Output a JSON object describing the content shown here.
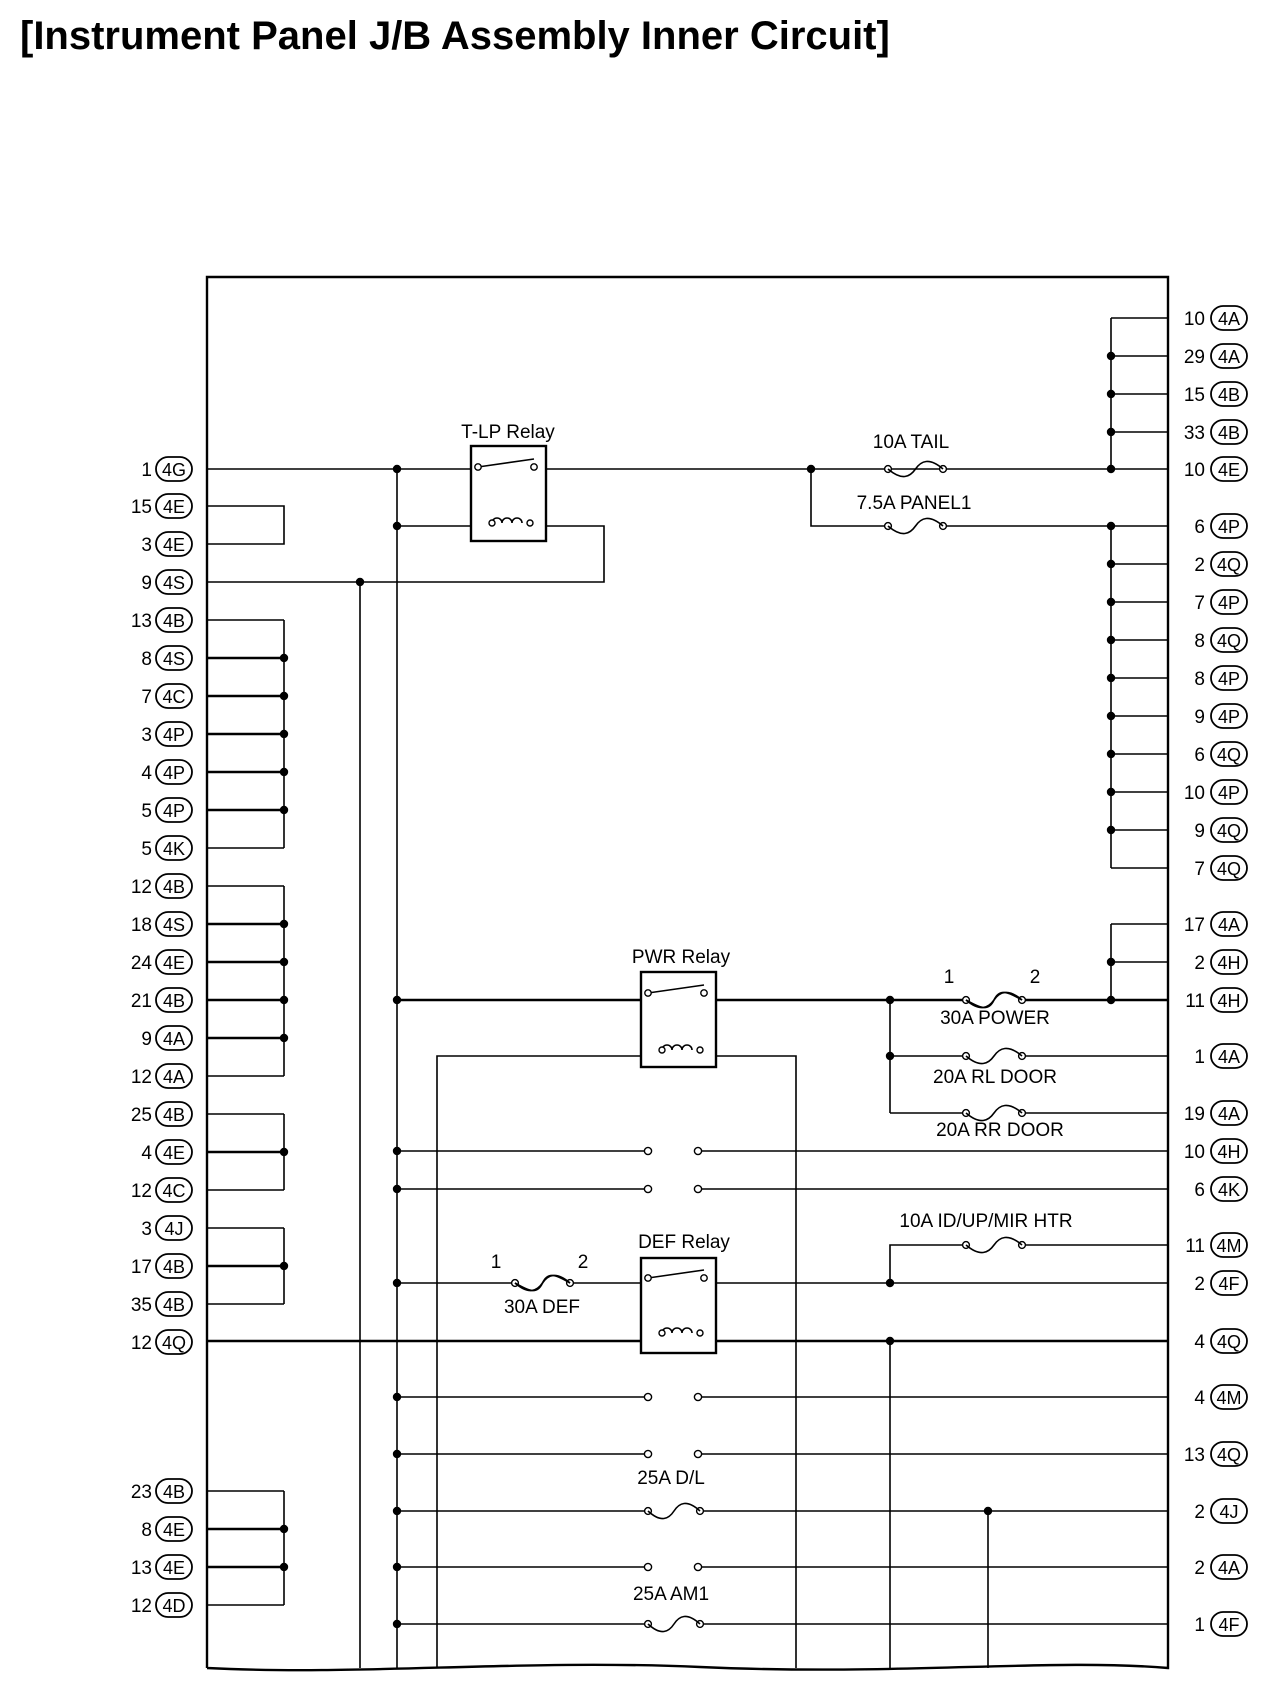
{
  "title": "[Instrument Panel J/B Assembly Inner Circuit]",
  "relays": {
    "tlp": "T-LP Relay",
    "pwr": "PWR Relay",
    "def": "DEF Relay"
  },
  "fuses": {
    "tail": "10A TAIL",
    "panel1": "7.5A PANEL1",
    "power": "30A POWER",
    "rl_door": "20A RL DOOR",
    "rr_door": "20A RR DOOR",
    "id_up_mir_htr": "10A ID/UP/MIR HTR",
    "def": "30A DEF",
    "dl": "25A D/L",
    "am1": "25A AM1"
  },
  "fuse_pins": {
    "power_1": "1",
    "power_2": "2",
    "def_1": "1",
    "def_2": "2"
  },
  "left_terminals": [
    {
      "pin": "1",
      "conn": "4G"
    },
    {
      "pin": "15",
      "conn": "4E"
    },
    {
      "pin": "3",
      "conn": "4E"
    },
    {
      "pin": "9",
      "conn": "4S"
    },
    {
      "pin": "13",
      "conn": "4B"
    },
    {
      "pin": "8",
      "conn": "4S"
    },
    {
      "pin": "7",
      "conn": "4C"
    },
    {
      "pin": "3",
      "conn": "4P"
    },
    {
      "pin": "4",
      "conn": "4P"
    },
    {
      "pin": "5",
      "conn": "4P"
    },
    {
      "pin": "5",
      "conn": "4K"
    },
    {
      "pin": "12",
      "conn": "4B"
    },
    {
      "pin": "18",
      "conn": "4S"
    },
    {
      "pin": "24",
      "conn": "4E"
    },
    {
      "pin": "21",
      "conn": "4B"
    },
    {
      "pin": "9",
      "conn": "4A"
    },
    {
      "pin": "12",
      "conn": "4A"
    },
    {
      "pin": "25",
      "conn": "4B"
    },
    {
      "pin": "4",
      "conn": "4E"
    },
    {
      "pin": "12",
      "conn": "4C"
    },
    {
      "pin": "3",
      "conn": "4J"
    },
    {
      "pin": "17",
      "conn": "4B"
    },
    {
      "pin": "35",
      "conn": "4B"
    },
    {
      "pin": "12",
      "conn": "4Q"
    },
    {
      "pin": "23",
      "conn": "4B"
    },
    {
      "pin": "8",
      "conn": "4E"
    },
    {
      "pin": "13",
      "conn": "4E"
    },
    {
      "pin": "12",
      "conn": "4D"
    }
  ],
  "right_terminals": [
    {
      "pin": "10",
      "conn": "4A"
    },
    {
      "pin": "29",
      "conn": "4A"
    },
    {
      "pin": "15",
      "conn": "4B"
    },
    {
      "pin": "33",
      "conn": "4B"
    },
    {
      "pin": "10",
      "conn": "4E"
    },
    {
      "pin": "6",
      "conn": "4P"
    },
    {
      "pin": "2",
      "conn": "4Q"
    },
    {
      "pin": "7",
      "conn": "4P"
    },
    {
      "pin": "8",
      "conn": "4Q"
    },
    {
      "pin": "8",
      "conn": "4P"
    },
    {
      "pin": "9",
      "conn": "4P"
    },
    {
      "pin": "6",
      "conn": "4Q"
    },
    {
      "pin": "10",
      "conn": "4P"
    },
    {
      "pin": "9",
      "conn": "4Q"
    },
    {
      "pin": "7",
      "conn": "4Q"
    },
    {
      "pin": "17",
      "conn": "4A"
    },
    {
      "pin": "2",
      "conn": "4H"
    },
    {
      "pin": "11",
      "conn": "4H"
    },
    {
      "pin": "1",
      "conn": "4A"
    },
    {
      "pin": "19",
      "conn": "4A"
    },
    {
      "pin": "10",
      "conn": "4H"
    },
    {
      "pin": "6",
      "conn": "4K"
    },
    {
      "pin": "11",
      "conn": "4M"
    },
    {
      "pin": "2",
      "conn": "4F"
    },
    {
      "pin": "4",
      "conn": "4Q"
    },
    {
      "pin": "4",
      "conn": "4M"
    },
    {
      "pin": "13",
      "conn": "4Q"
    },
    {
      "pin": "2",
      "conn": "4J"
    },
    {
      "pin": "2",
      "conn": "4A"
    },
    {
      "pin": "1",
      "conn": "4F"
    }
  ]
}
